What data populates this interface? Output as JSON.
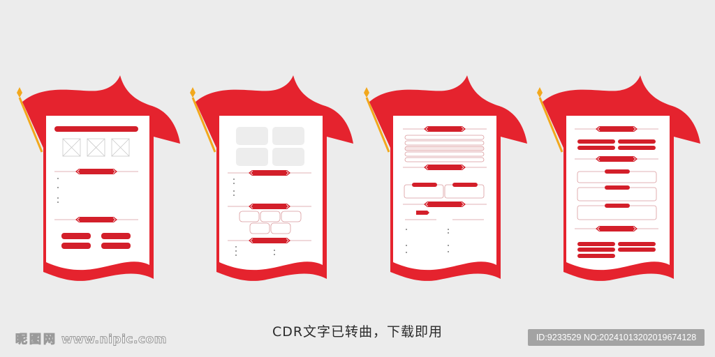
{
  "colors": {
    "background": "#ececec",
    "flag_red": "#e5232e",
    "dark_red": "#d31f2a",
    "pole_gold": "#f2a81d",
    "panel_white": "#ffffff",
    "outline_pink": "#d9999c",
    "placeholder_gray": "#ededed"
  },
  "boards": [
    {
      "name": "template-1",
      "sections": [
        "title-bar",
        "three-image-placeholders",
        "section-header",
        "bullet-list",
        "section-header",
        "four-button-grid"
      ]
    },
    {
      "name": "template-2",
      "sections": [
        "four-photo-placeholders",
        "section-header",
        "bullet-list",
        "section-header",
        "five-box-grid",
        "section-header",
        "two-column-bullets"
      ]
    },
    {
      "name": "template-3",
      "sections": [
        "section-header",
        "five-line-rows",
        "section-header",
        "two-titled-boxes",
        "section-header",
        "tag",
        "two-column-bullets"
      ]
    },
    {
      "name": "template-4",
      "sections": [
        "section-header",
        "four-bar-grid",
        "section-header",
        "three-titled-boxes",
        "section-header",
        "five-bar-grid"
      ]
    }
  ],
  "caption": "CDR文字已转曲，下载即用",
  "watermark": {
    "cn": "昵图网",
    "url": "www.nipic.com"
  },
  "id_badge": "ID:9233529 NO:20241013202019674128"
}
